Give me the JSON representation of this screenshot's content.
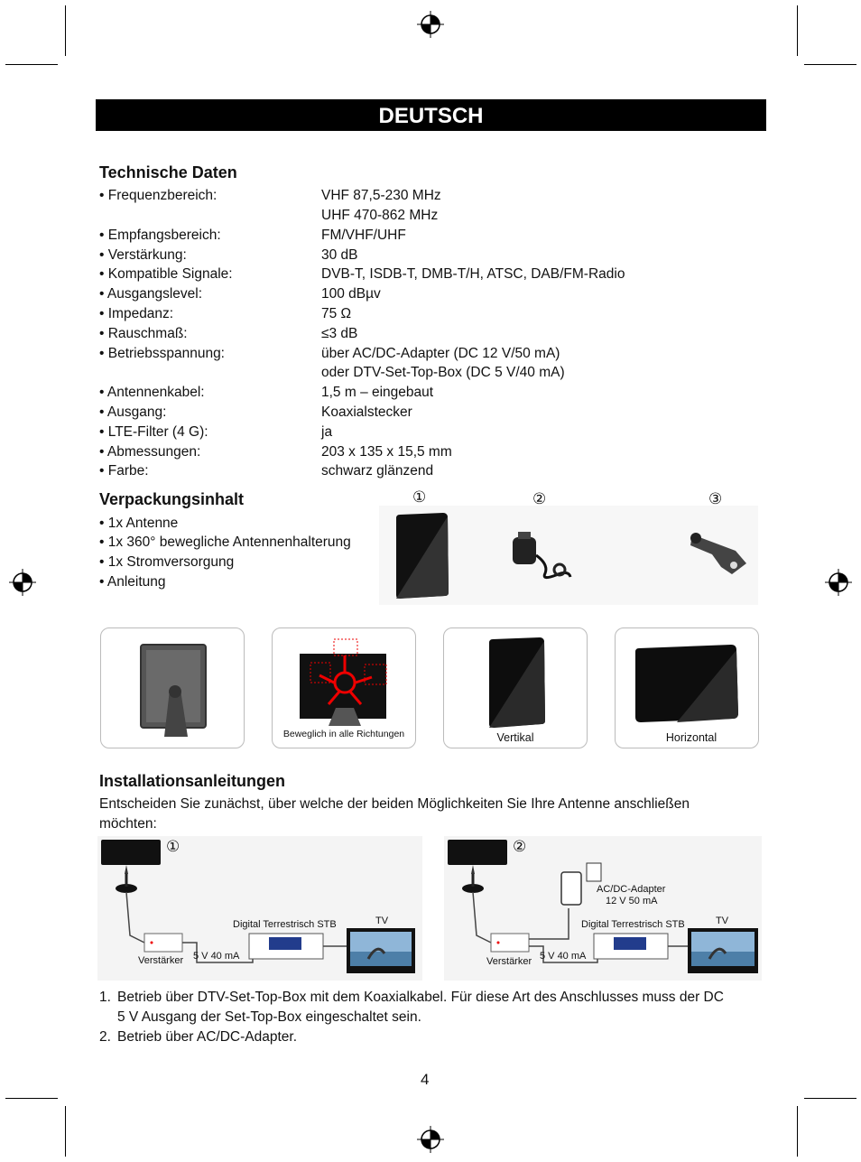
{
  "banner": "DEUTSCH",
  "tech": {
    "title": "Technische Daten",
    "rows": [
      {
        "label": "• Frequenzbereich:",
        "value": "VHF 87,5-230 MHz"
      },
      {
        "label": "",
        "value": "UHF 470-862 MHz"
      },
      {
        "label": "• Empfangsbereich:",
        "value": "FM/VHF/UHF"
      },
      {
        "label": "• Verstärkung:",
        "value": "30 dB"
      },
      {
        "label": "• Kompatible Signale:",
        "value": "DVB-T, ISDB-T, DMB-T/H, ATSC, DAB/FM-Radio"
      },
      {
        "label": "• Ausgangslevel:",
        "value": "100 dBµv"
      },
      {
        "label": "• Impedanz:",
        "value": "75 Ω"
      },
      {
        "label": "• Rauschmaß:",
        "value": "≤3 dB"
      },
      {
        "label": "• Betriebsspannung:",
        "value": "über AC/DC-Adapter (DC 12 V/50 mA)"
      },
      {
        "label": "",
        "value": "oder DTV-Set-Top-Box (DC 5 V/40 mA)"
      },
      {
        "label": "• Antennenkabel:",
        "value": "1,5 m – eingebaut"
      },
      {
        "label": "• Ausgang:",
        "value": "Koaxialstecker"
      },
      {
        "label": "• LTE-Filter (4 G):",
        "value": "ja"
      },
      {
        "label": "• Abmessungen:",
        "value": "203 x 135 x 15,5 mm"
      },
      {
        "label": "• Farbe:",
        "value": "schwarz glänzend"
      }
    ]
  },
  "package": {
    "title": "Verpackungsinhalt",
    "items": [
      "• 1x Antenne",
      "• 1x 360° bewegliche Antennenhalterung",
      "• 1x Stromversorgung",
      "• Anleitung"
    ],
    "markers": [
      "①",
      "②",
      "③"
    ]
  },
  "panels": {
    "movable": "Beweglich in alle Richtungen",
    "vertical": "Vertikal",
    "horizontal": "Horizontal"
  },
  "install": {
    "title": "Installationsanleitungen",
    "intro_line1": "Entscheiden Sie zunächst, über welche der beiden Möglichkeiten Sie Ihre Antenne anschließen",
    "intro_line2": "möchten:",
    "diagram1": {
      "marker": "①",
      "stb": "Digital Terrestrisch STB",
      "tv": "TV",
      "amp": "Verstärker",
      "power": "5 V 40 mA"
    },
    "diagram2": {
      "marker": "②",
      "adapter1": "AC/DC-Adapter",
      "adapter2": "12 V 50 mA",
      "stb": "Digital Terrestrisch STB",
      "tv": "TV",
      "amp": "Verstärker",
      "power": "5 V 40 mA"
    },
    "steps": [
      {
        "num": "1.",
        "line1": "Betrieb über DTV-Set-Top-Box mit dem Koaxialkabel. Für diese Art des Anschlusses muss der DC",
        "line2": "5 V Ausgang der Set-Top-Box eingeschaltet sein."
      },
      {
        "num": "2.",
        "line1": "Betrieb über AC/DC-Adapter."
      }
    ]
  },
  "page_number": "4"
}
